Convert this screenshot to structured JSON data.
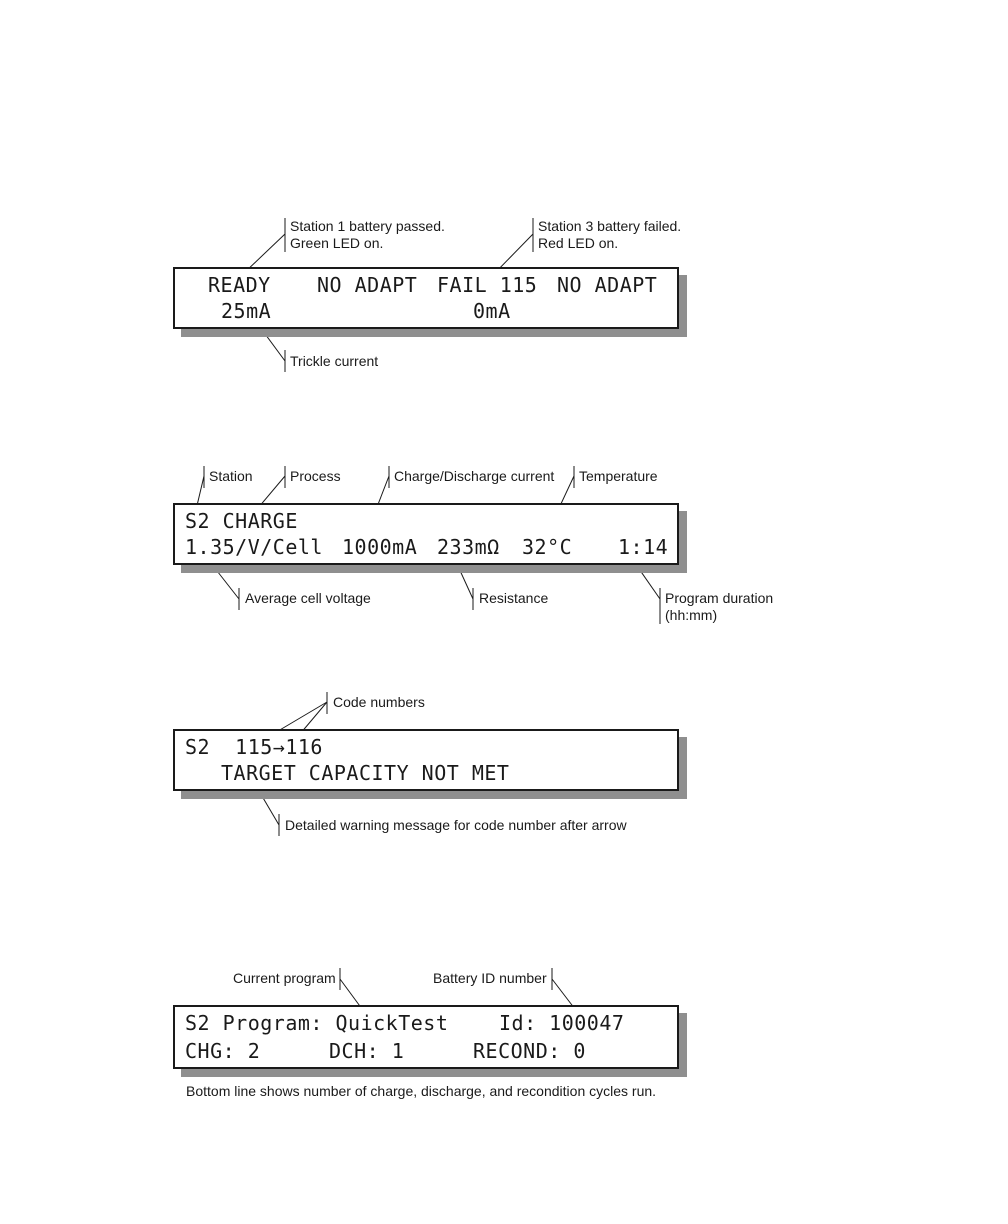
{
  "panel1": {
    "callout_station1_line1": "Station 1 battery passed.",
    "callout_station1_line2": "Green LED on.",
    "callout_station3_line1": "Station 3 battery failed.",
    "callout_station3_line2": "Red LED on.",
    "callout_trickle": "Trickle current",
    "lcd_s1_status": "READY",
    "lcd_s2_status": "NO ADAPT",
    "lcd_s3_status": "FAIL 115",
    "lcd_s4_status": "NO ADAPT",
    "lcd_s1_current": "25mA",
    "lcd_s3_current": "0mA"
  },
  "panel2": {
    "callout_station": "Station",
    "callout_process": "Process",
    "callout_current": "Charge/Discharge current",
    "callout_temperature": "Temperature",
    "callout_voltage": "Average cell voltage",
    "callout_resistance": "Resistance",
    "callout_duration_line1": "Program duration",
    "callout_duration_line2": "(hh:mm)",
    "lcd_station_process": "S2 CHARGE",
    "lcd_voltage": "1.35/V/Cell",
    "lcd_current": "1000mA",
    "lcd_resistance": "233mΩ",
    "lcd_temperature": "32°C",
    "lcd_duration": "1:14"
  },
  "panel3": {
    "callout_codes": "Code numbers",
    "callout_warning": "Detailed warning message for code number after arrow",
    "lcd_line1": "S2  115→116",
    "lcd_line2": "TARGET CAPACITY NOT MET"
  },
  "panel4": {
    "callout_program": "Current program",
    "callout_battery_id": "Battery ID number",
    "lcd_program": "S2 Program: QuickTest",
    "lcd_id": "Id: 100047",
    "lcd_chg": "CHG: 2",
    "lcd_dch": "DCH: 1",
    "lcd_recond": "RECOND: 0",
    "caption": "Bottom line shows number of charge, discharge, and recondition cycles run."
  }
}
